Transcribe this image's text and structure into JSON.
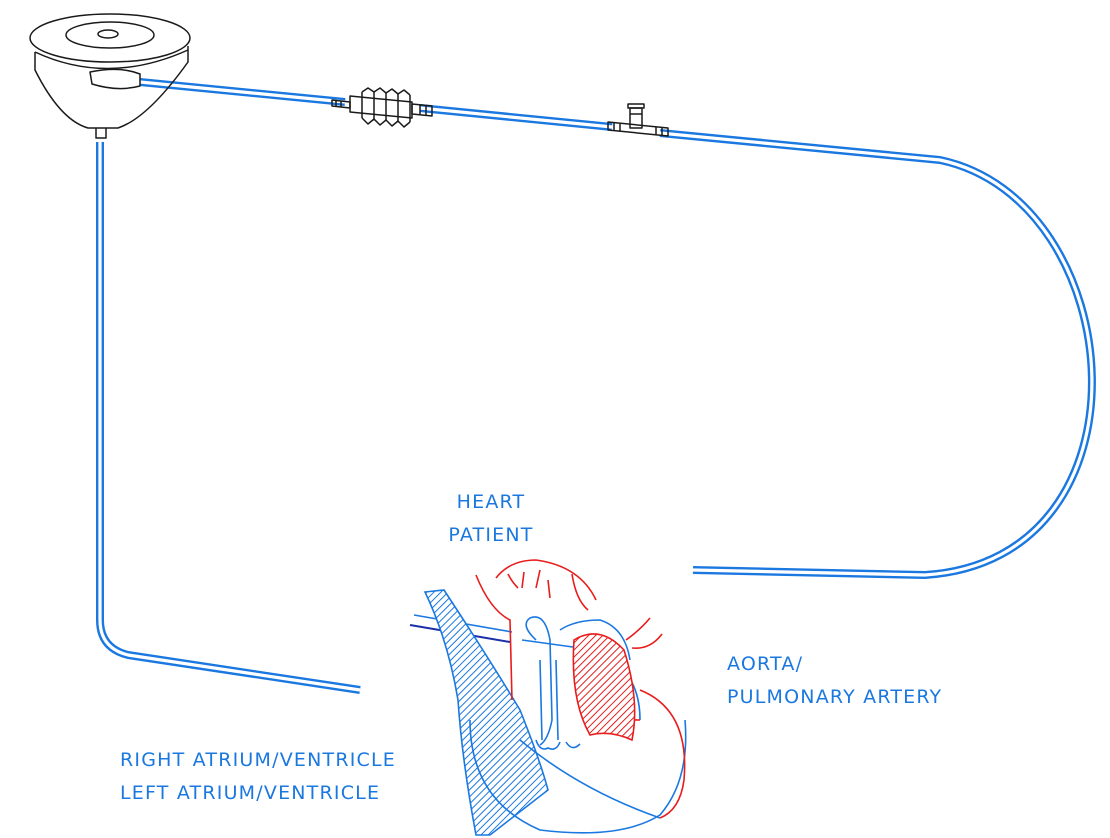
{
  "labels": {
    "heart_line1": "HEART",
    "heart_line2": "PATIENT",
    "aorta_line1": "AORTA/",
    "aorta_line2": "PULMONARY ARTERY",
    "right_line": "RIGHT ATRIUM/VENTRICLE",
    "left_line": "LEFT ATRIUM/VENTRICLE"
  },
  "colors": {
    "tubing": "#1a78e0",
    "venous_side": "#1a78e0",
    "arterial_side": "#e81c1c",
    "device_outline": "#1a1a1a"
  }
}
